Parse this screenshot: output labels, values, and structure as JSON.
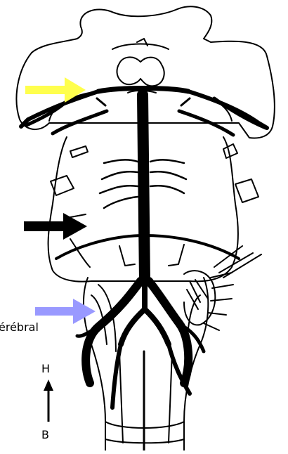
{
  "diagram": {
    "labels": {
      "cut_text": "érébral",
      "orientation_top": "H",
      "orientation_bottom": "B"
    },
    "arrows": [
      {
        "name": "yellow-arrow",
        "color": "#ffff4d",
        "points_to": "right"
      },
      {
        "name": "black-arrow",
        "color": "#000000",
        "points_to": "right"
      },
      {
        "name": "purple-arrow",
        "color": "#9999ff",
        "points_to": "right"
      }
    ],
    "colors": {
      "line": "#000000",
      "background": "#ffffff"
    }
  }
}
